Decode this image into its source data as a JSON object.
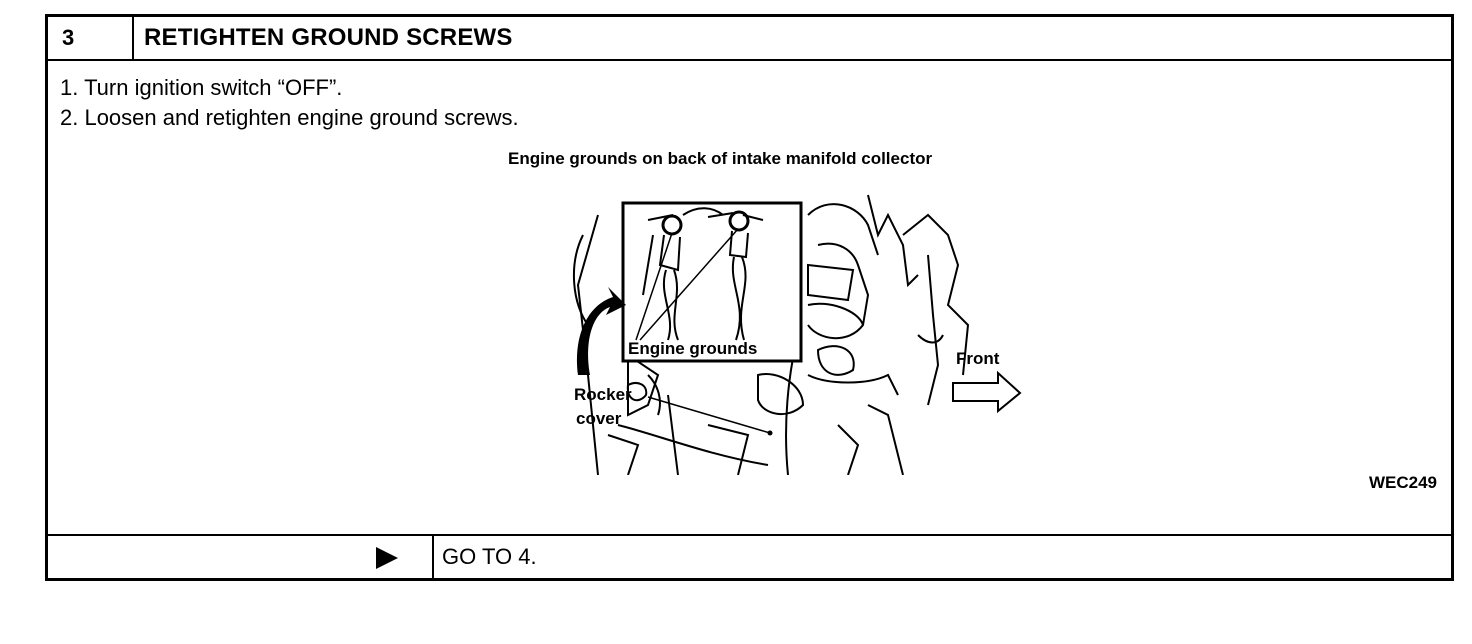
{
  "header": {
    "step_number": "3",
    "title": "RETIGHTEN GROUND SCREWS"
  },
  "steps": [
    "1.  Turn ignition switch “OFF”.",
    "2.  Loosen and retighten engine ground screws."
  ],
  "figure": {
    "title": "Engine grounds on back of intake manifold collector",
    "labels": {
      "engine_grounds": "Engine grounds",
      "front": "Front",
      "rocker_line1": "Rocker",
      "rocker_line2": "cover"
    },
    "code": "WEC249"
  },
  "footer": {
    "arrow_icon": "play-arrow-icon",
    "goto": "GO TO 4."
  }
}
